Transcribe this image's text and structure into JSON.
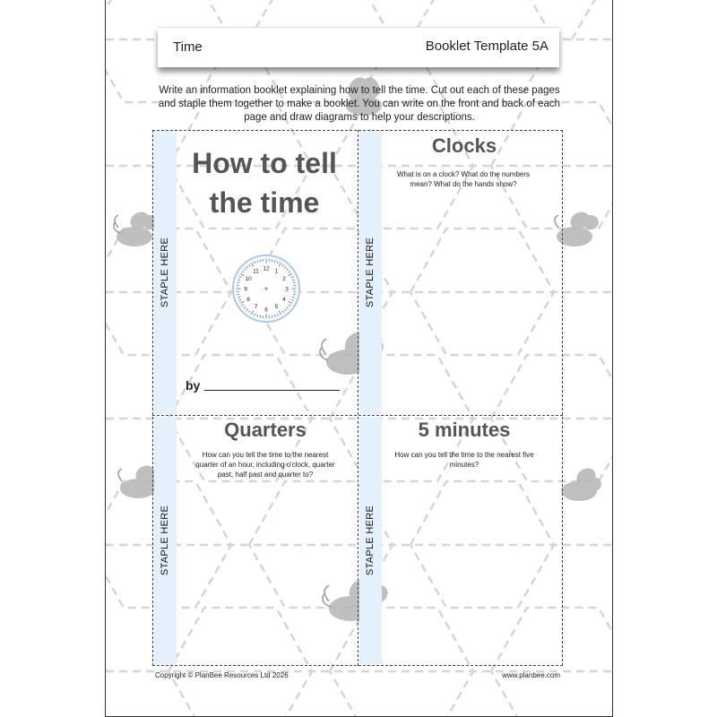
{
  "header": {
    "subject": "Time",
    "template_label": "Booklet Template 5A"
  },
  "instructions": "Write an information booklet explaining how to tell the time. Cut out each of these pages and staple them together to make a booklet. You can write on the front and back of each page and draw diagrams to help your descriptions.",
  "staple_label": "STAPLE HERE",
  "cover": {
    "title_line1": "How to tell",
    "title_line2": "the time",
    "by_label": "by",
    "clock_numbers": [
      "12",
      "1",
      "2",
      "3",
      "4",
      "5",
      "6",
      "7",
      "8",
      "9",
      "10",
      "11"
    ]
  },
  "panels": {
    "clocks": {
      "title": "Clocks",
      "text": "What is on a clock? What do the numbers mean? What do the hands show?"
    },
    "quarters": {
      "title": "Quarters",
      "text": "How can you tell the time to the nearest quarter of an hour, including o'clock, quarter past, half past and quarter to?"
    },
    "five_minutes": {
      "title": "5 minutes",
      "text": "How can you tell the time to the nearest five minutes?"
    }
  },
  "footer": {
    "copyright": "Copyright © PlanBee Resources Ltd 2026",
    "website": "www.planbee.com"
  },
  "colors": {
    "staple_strip": "#e5f0fd",
    "title_grey": "#555555",
    "pattern_grey": "#d6d6d6",
    "bee_grey": "#b5b5b5"
  }
}
